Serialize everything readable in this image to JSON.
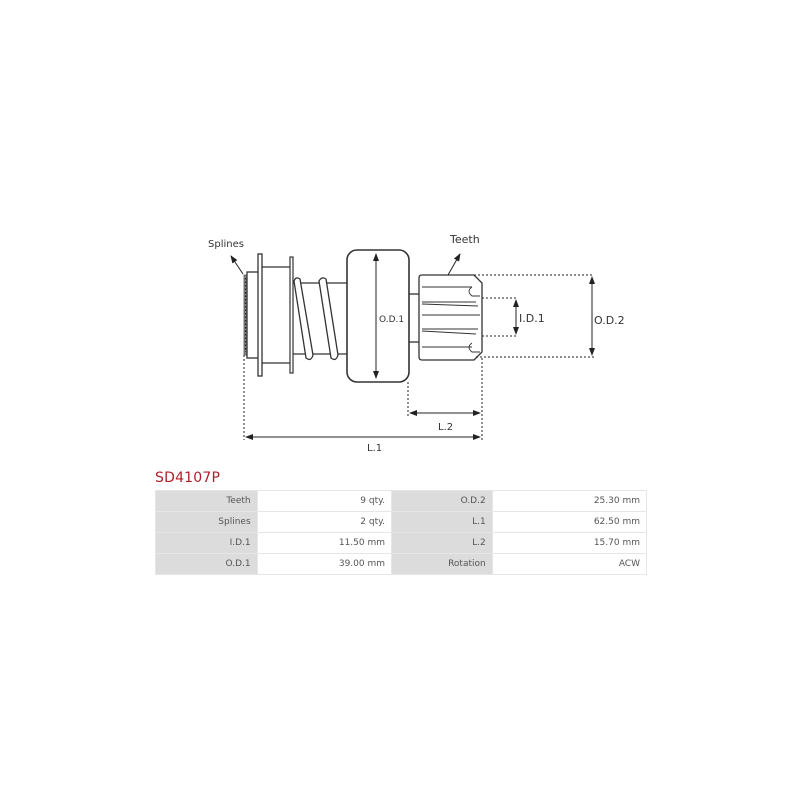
{
  "diagram": {
    "labels": {
      "splines": "Splines",
      "teeth": "Teeth",
      "od1": "O.D.1",
      "id1": "I.D.1",
      "od2": "O.D.2",
      "l1": "L.1",
      "l2": "L.2"
    }
  },
  "product": {
    "part_number": "SD4107P",
    "title_color": "#b01e2a"
  },
  "specs": {
    "rows": [
      {
        "left_label": "Teeth",
        "left_value": "9 qty.",
        "right_label": "O.D.2",
        "right_value": "25.30 mm"
      },
      {
        "left_label": "Splines",
        "left_value": "2 qty.",
        "right_label": "L.1",
        "right_value": "62.50 mm"
      },
      {
        "left_label": "I.D.1",
        "left_value": "11.50 mm",
        "right_label": "L.2",
        "right_value": "15.70 mm"
      },
      {
        "left_label": "O.D.1",
        "left_value": "39.00 mm",
        "right_label": "Rotation",
        "right_value": "ACW"
      }
    ]
  }
}
